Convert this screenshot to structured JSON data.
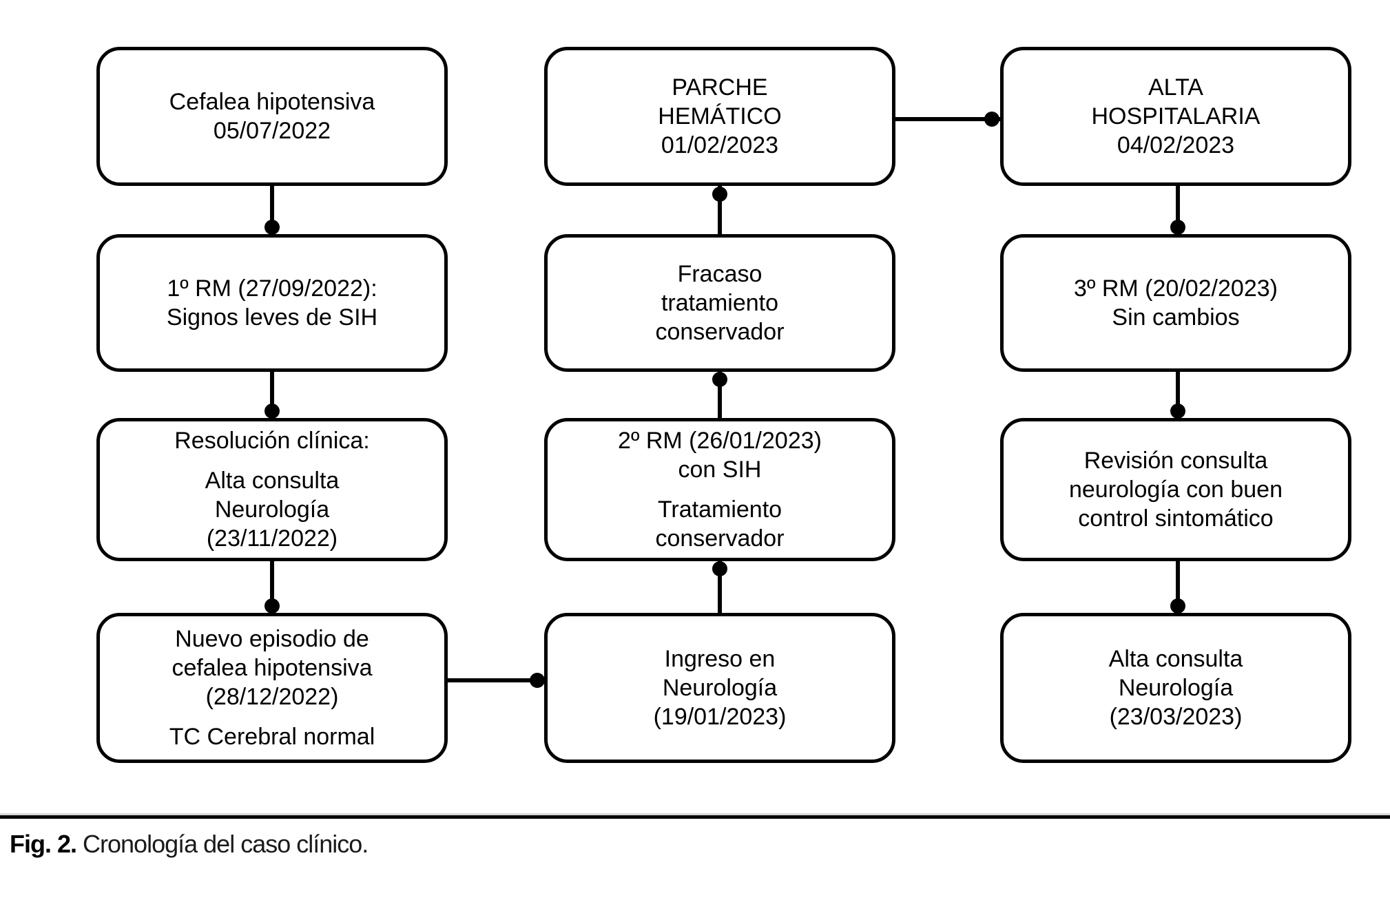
{
  "figure": {
    "label": "Fig. 2.",
    "caption": "Cronología del caso clínico."
  },
  "colors": {
    "line": "#000000",
    "box_border": "#000000",
    "box_fill": "#ffffff",
    "text": "#000000"
  },
  "columns": {
    "col1": {
      "box1": {
        "p1": "Cefalea hipotensiva\n05/07/2022"
      },
      "box2": {
        "p1": "1º RM (27/09/2022):\nSignos leves de SIH"
      },
      "box3": {
        "p1": "Resolución clínica:",
        "p2": "Alta consulta\nNeurología\n(23/11/2022)"
      },
      "box4": {
        "p1": "Nuevo episodio de\ncefalea hipotensiva\n(28/12/2022)",
        "p2": "TC Cerebral normal"
      }
    },
    "col2": {
      "box1": {
        "p1": "PARCHE\nHEMÁTICO\n01/02/2023"
      },
      "box2": {
        "p1": "Fracaso\ntratamiento\nconservador"
      },
      "box3": {
        "p1": "2º RM (26/01/2023)\ncon SIH",
        "p2": "Tratamiento\nconservador"
      },
      "box4": {
        "p1": "Ingreso en\nNeurología\n(19/01/2023)"
      }
    },
    "col3": {
      "box1": {
        "p1": "ALTA\nHOSPITALARIA\n04/02/2023"
      },
      "box2": {
        "p1": "3º RM (20/02/2023)\nSin cambios"
      },
      "box3": {
        "p1": "Revisión consulta\nneurología con buen\ncontrol sintomático"
      },
      "box4": {
        "p1": "Alta consulta\nNeurología\n(23/03/2023)"
      }
    }
  }
}
